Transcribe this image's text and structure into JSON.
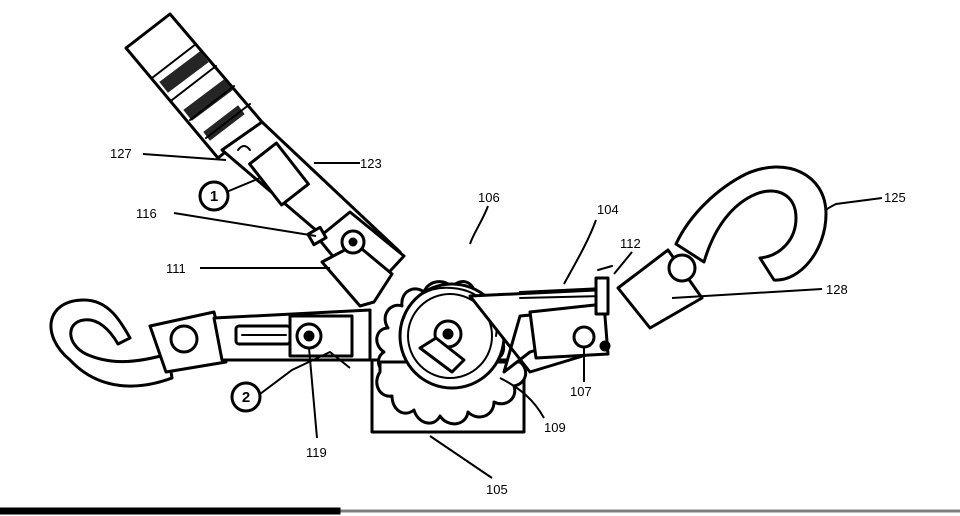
{
  "figure": {
    "parts": [
      {
        "id": "p127",
        "label": "127"
      },
      {
        "id": "p123",
        "label": "123"
      },
      {
        "id": "p116",
        "label": "116"
      },
      {
        "id": "p111",
        "label": "111"
      },
      {
        "id": "p106",
        "label": "106"
      },
      {
        "id": "p104",
        "label": "104"
      },
      {
        "id": "p112",
        "label": "112"
      },
      {
        "id": "p125",
        "label": "125"
      },
      {
        "id": "p128",
        "label": "128"
      },
      {
        "id": "p107",
        "label": "107"
      },
      {
        "id": "p109",
        "label": "109"
      },
      {
        "id": "p119",
        "label": "119"
      },
      {
        "id": "p105",
        "label": "105"
      }
    ],
    "callouts": [
      {
        "id": "c1",
        "label": "1"
      },
      {
        "id": "c2",
        "label": "2"
      }
    ]
  }
}
